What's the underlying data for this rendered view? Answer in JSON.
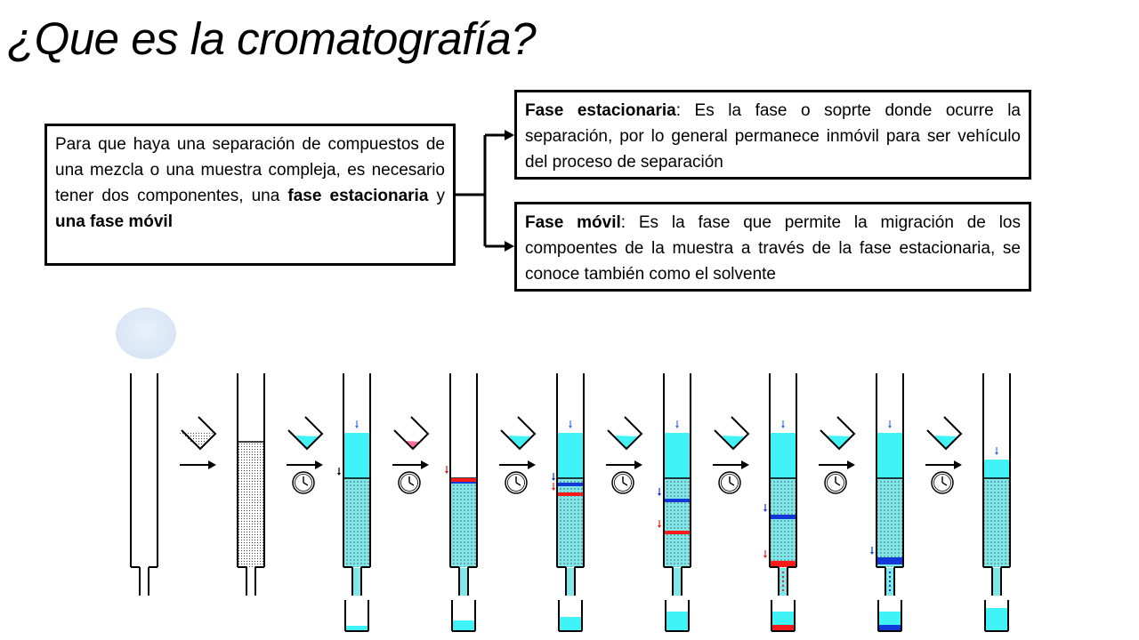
{
  "title": "¿Que es la cromatografía?",
  "intro": {
    "text1": "Para que haya una separación de compuestos de una mezcla o una muestra compleja, es necesario tener dos componentes, una ",
    "bold1": "fase estacionaria",
    "text2": " y ",
    "bold2": "una fase móvil"
  },
  "stationary_phase": {
    "term": "Fase estacionaria",
    "definition": ": Es la fase o soprte donde ocurre la separación, por lo general permanece inmóvil para ser vehículo del proceso de separación"
  },
  "mobile_phase": {
    "term": "Fase móvil",
    "definition": ": Es la fase que permite la migración de los compoentes de la muestra a través de la fase estacionaria, se conoce también como el solvente"
  },
  "colors": {
    "solvent": "#3ff3f6",
    "packed_solvent": "#7ee8ea",
    "red_band": "#ff1a1a",
    "blue_band": "#1238d9",
    "stroke": "#000000"
  },
  "icons": [
    "beaker-pour-icon",
    "arrow-right-icon",
    "clock-icon"
  ]
}
